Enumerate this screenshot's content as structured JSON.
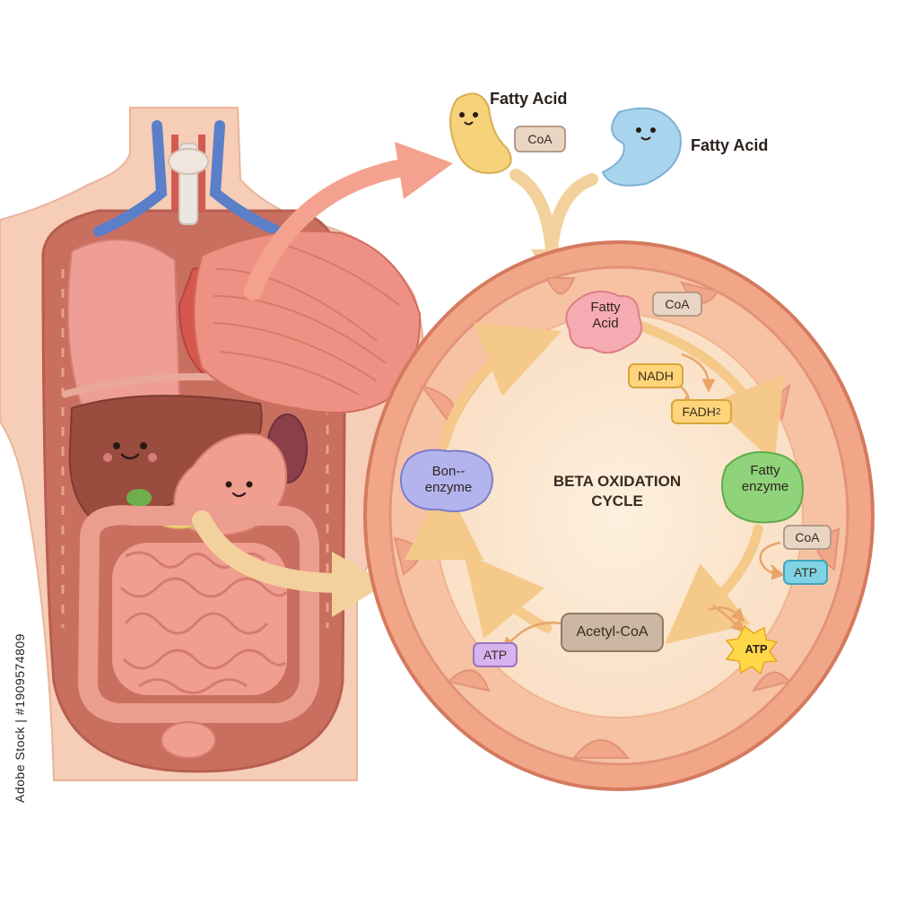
{
  "top_molecules": {
    "fatty_acid_1": "Fatty Acid",
    "coa_tag": "CoA",
    "fatty_acid_2": "Fatty Acid"
  },
  "cycle": {
    "title_line1": "BETA OXIDATION",
    "title_line2": "CYCLE",
    "fatty_acid_node": [
      "Fatty",
      "Acid"
    ],
    "coa_top": "CoA",
    "nadh": "NADH",
    "fadh2": "FADH",
    "fadh2_sub": "2",
    "fatty_enzyme": [
      "Fatty",
      "enzyme"
    ],
    "coa_right": "CoA",
    "atp_right": "ATP",
    "atp_star": "ATP",
    "acetyl_coa": "Acetyl-CoA",
    "atp_left": "ATP",
    "bon_enzyme": [
      "Bon--",
      "enzyme"
    ]
  },
  "watermark": "Adobe Stock | #1909574809",
  "colors": {
    "mito_outer": "#f1a688",
    "mito_inner": "#fbe6cc",
    "arrow": "#f6d39b",
    "nadh": "#ffd47a",
    "coa": "#e9d5c4",
    "atp_blue": "#7fd3e4",
    "atp_purple": "#d7b3ef",
    "fatty_enzyme": "#8fd37a",
    "bon_enzyme": "#b3b3ee",
    "fatty_acid_node": "#f6aab2"
  }
}
